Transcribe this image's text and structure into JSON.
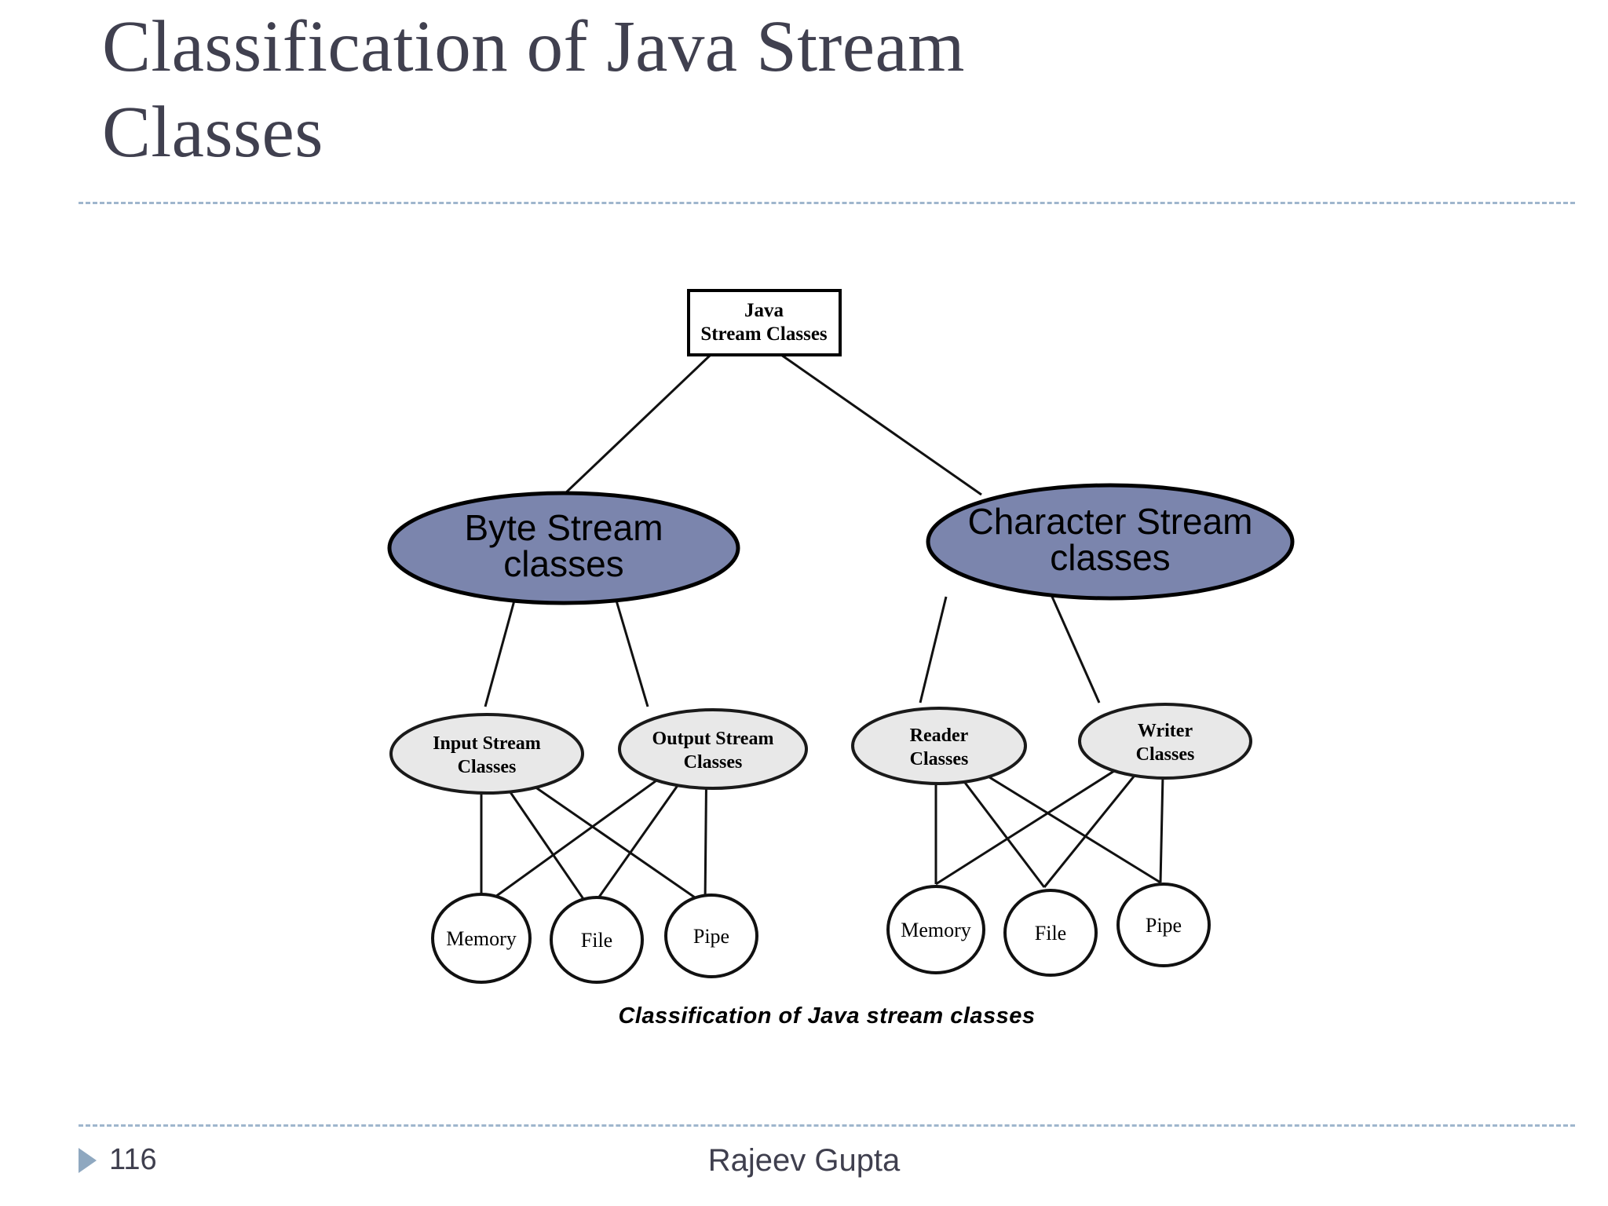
{
  "slide": {
    "title": "Classification of Java Stream\nClasses",
    "title_color": "#40404f",
    "background": "#ffffff"
  },
  "footer": {
    "page_number": "116",
    "author": "Rajeev Gupta",
    "bullet_color": "#8fa8c0",
    "rule_color": "#9fb6cd"
  },
  "diagram": {
    "caption": "Classification of Java stream classes",
    "colors": {
      "blue_ellipse_fill": "#7b85ad",
      "grey_ellipse_fill": "#e8e8e8",
      "leaf_fill": "#ffffff",
      "outline": "#000000"
    },
    "root": {
      "line1": "Java",
      "line2": "Stream Classes"
    },
    "level2": [
      {
        "id": "byte-stream",
        "line1": "Byte Stream",
        "line2": "classes"
      },
      {
        "id": "character-stream",
        "line1": "Character Stream",
        "line2": "classes"
      }
    ],
    "level3": [
      {
        "id": "input-stream-classes",
        "line1": "Input Stream",
        "line2": "Classes"
      },
      {
        "id": "output-stream-classes",
        "line1": "Output Stream",
        "line2": "Classes"
      },
      {
        "id": "reader-classes",
        "line1": "Reader",
        "line2": "Classes"
      },
      {
        "id": "writer-classes",
        "line1": "Writer",
        "line2": "Classes"
      }
    ],
    "leaves_left": [
      {
        "id": "byte-memory",
        "label": "Memory"
      },
      {
        "id": "byte-file",
        "label": "File"
      },
      {
        "id": "byte-pipe",
        "label": "Pipe"
      }
    ],
    "leaves_right": [
      {
        "id": "char-memory",
        "label": "Memory"
      },
      {
        "id": "char-file",
        "label": "File"
      },
      {
        "id": "char-pipe",
        "label": "Pipe"
      }
    ]
  }
}
